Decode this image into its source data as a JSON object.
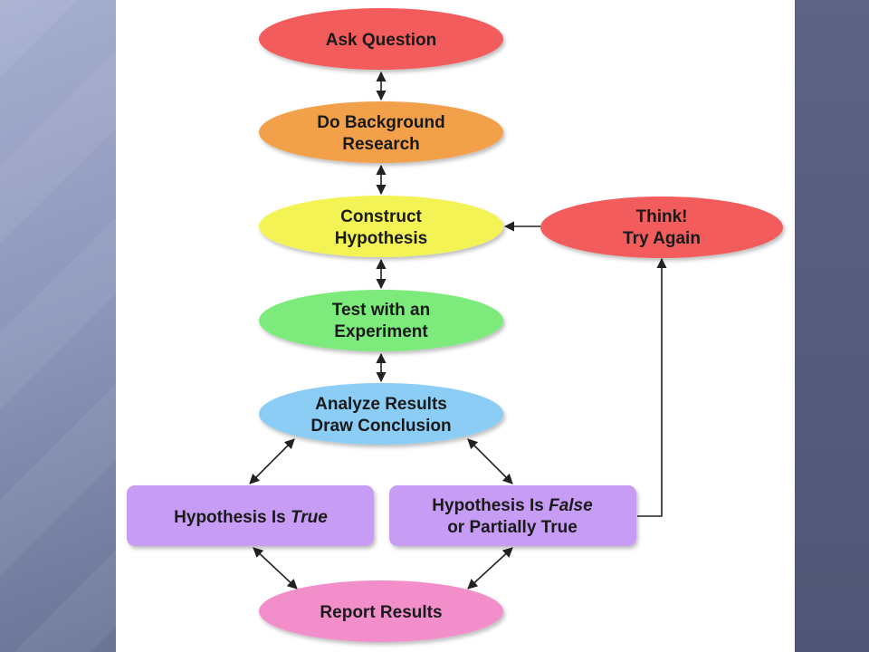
{
  "colors": {
    "red": "#f25b5b",
    "orange": "#f3a04b",
    "yellow": "#f3f357",
    "green": "#7ceb7c",
    "blue": "#8ccdf5",
    "purple": "#c69cf4",
    "pink": "#f28fcb"
  },
  "nodes": {
    "ask_question": {
      "line1": "Ask Question"
    },
    "background_research": {
      "line1": "Do Background",
      "line2": "Research"
    },
    "construct_hypothesis": {
      "line1": "Construct",
      "line2": "Hypothesis"
    },
    "test_experiment": {
      "line1": "Test with an",
      "line2": "Experiment"
    },
    "analyze_results": {
      "line1": "Analyze Results",
      "line2": "Draw Conclusion"
    },
    "hypothesis_true": {
      "prefix": "Hypothesis Is ",
      "emphasis": "True"
    },
    "hypothesis_false": {
      "prefix": "Hypothesis Is ",
      "emphasis": "False",
      "line2": "or Partially True"
    },
    "report_results": {
      "line1": "Report Results"
    },
    "think_again": {
      "line1": "Think!",
      "line2": "Try Again"
    }
  }
}
